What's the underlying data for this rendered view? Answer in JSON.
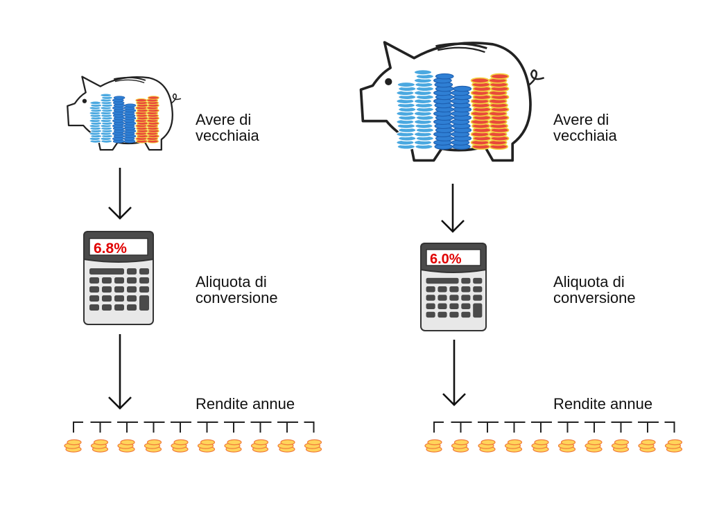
{
  "left_column": {
    "savings_label_line1": "Avere di",
    "savings_label_line2": "vecchiaia",
    "calculator_display": "6.8%",
    "conversion_label_line1": "Aliquota di",
    "conversion_label_line2": "conversione",
    "annuity_label": "Rendite annue",
    "annuity_coin_count": 10
  },
  "right_column": {
    "savings_label_line1": "Avere di",
    "savings_label_line2": "vecchiaia",
    "calculator_display": "6.0%",
    "conversion_label_line1": "Aliquota di",
    "conversion_label_line2": "conversione",
    "annuity_label": "Rendite annue",
    "annuity_coin_count": 10
  },
  "icons": {
    "piggy_bank": "piggy-bank-icon",
    "calculator": "calculator-icon",
    "arrow": "arrow-down-icon",
    "coin_stack": "coin-stack-icon"
  },
  "colors": {
    "display_text": "#e00000",
    "coin_light_blue": "#4aa8e0",
    "coin_blue": "#2f7fd4",
    "coin_red": "#e8493a",
    "coin_gold_edge": "#f4d03f",
    "annuity_coin": "#ffd45a",
    "calculator_body": "#e8e8e8",
    "calculator_dark": "#4a4a4a",
    "stroke": "#222222"
  }
}
